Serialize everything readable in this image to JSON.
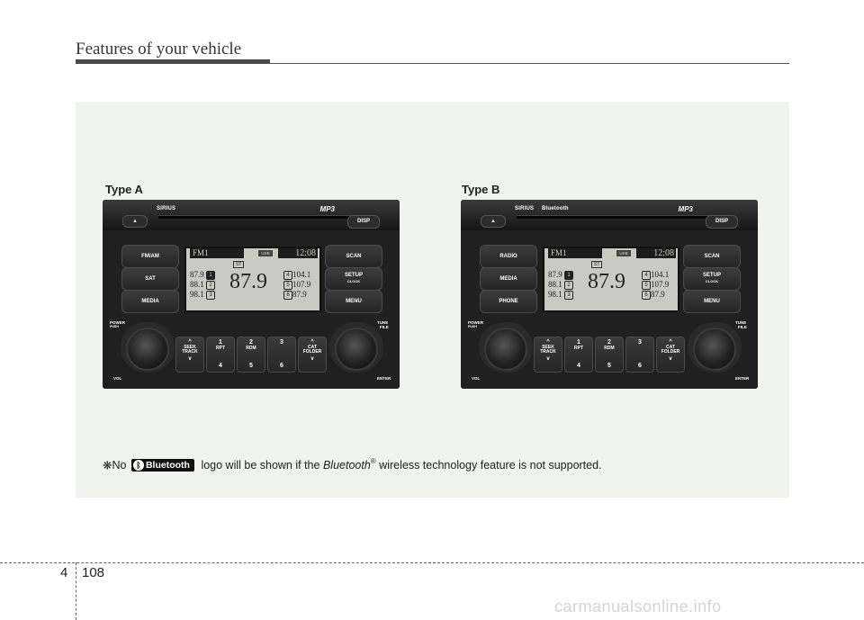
{
  "header": {
    "title": "Features of your vehicle"
  },
  "figure": {
    "type_a_label": "Type A",
    "type_b_label": "Type B",
    "units": [
      {
        "brand": "SIRIUS",
        "mp3": "MP3",
        "disp": "DISP",
        "eject": "▲",
        "left_buttons": [
          "FM/AM",
          "SAT",
          "MEDIA"
        ],
        "right_buttons": [
          {
            "main": "SCAN",
            "sub": ""
          },
          {
            "main": "SETUP",
            "sub": "CLOCK"
          },
          {
            "main": "MENU",
            "sub": ""
          }
        ],
        "screen": {
          "band": "FM1",
          "usb": "USB",
          "time": "12:08",
          "st": "ST",
          "big_freq": "87.9",
          "left_presets": [
            {
              "freq": "87.9",
              "num": "1"
            },
            {
              "freq": "88.1",
              "num": "2"
            },
            {
              "freq": "98.1",
              "num": "3"
            }
          ],
          "right_presets": [
            {
              "freq": "104.1",
              "num": "4"
            },
            {
              "freq": "107.9",
              "num": "5"
            },
            {
              "freq": "87.9",
              "num": "6"
            }
          ]
        },
        "power_label": "POWER",
        "push_label": "PUSH",
        "tune_label": "TUNE",
        "file_label": "FILE",
        "vol_label": "VOL",
        "enter_label": "ENTER",
        "preset_buttons": [
          {
            "arrow_top": "^",
            "text": "SEEK\nTRACK",
            "arrow_bottom": "v"
          },
          {
            "top": "1",
            "text": "RPT",
            "bottom": "4"
          },
          {
            "top": "2",
            "text": "RDM",
            "bottom": "5"
          },
          {
            "top": "3",
            "text": "",
            "bottom": "6"
          },
          {
            "arrow_top": "^",
            "text": "CAT\nFOLDER",
            "arrow_bottom": "v"
          }
        ]
      },
      {
        "brand": "SIRIUS",
        "bluetooth": "Bluetooth",
        "mp3": "MP3",
        "disp": "DISP",
        "eject": "▲",
        "left_buttons": [
          "RADIO",
          "MEDIA",
          "PHONE"
        ],
        "right_buttons": [
          {
            "main": "SCAN",
            "sub": ""
          },
          {
            "main": "SETUP",
            "sub": "CLOCK"
          },
          {
            "main": "MENU",
            "sub": ""
          }
        ],
        "screen": {
          "band": "FM1",
          "usb": "USB",
          "time": "12:08",
          "st": "ST",
          "big_freq": "87.9",
          "left_presets": [
            {
              "freq": "87.9",
              "num": "1"
            },
            {
              "freq": "88.1",
              "num": "2"
            },
            {
              "freq": "98.1",
              "num": "3"
            }
          ],
          "right_presets": [
            {
              "freq": "104.1",
              "num": "4"
            },
            {
              "freq": "107.9",
              "num": "5"
            },
            {
              "freq": "87.9",
              "num": "6"
            }
          ]
        },
        "power_label": "POWER",
        "push_label": "PUSH",
        "tune_label": "TUNE",
        "file_label": "FILE",
        "vol_label": "VOL",
        "enter_label": "ENTER",
        "preset_buttons": [
          {
            "arrow_top": "^",
            "text": "SEEK\nTRACK",
            "arrow_bottom": "v"
          },
          {
            "top": "1",
            "text": "RPT",
            "bottom": "4"
          },
          {
            "top": "2",
            "text": "RDM",
            "bottom": "5"
          },
          {
            "top": "3",
            "text": "",
            "bottom": "6"
          },
          {
            "arrow_top": "^",
            "text": "CAT\nFOLDER",
            "arrow_bottom": "v"
          }
        ]
      }
    ]
  },
  "note": {
    "marker": "❋",
    "before": "No",
    "logo_text": "Bluetooth",
    "middle": "logo will be shown if the",
    "italic_word": "Bluetooth",
    "reg": "®",
    "after": "wireless technology feature is not supported."
  },
  "footer": {
    "chapter": "4",
    "page": "108"
  },
  "watermark": "carmanualsonline.info"
}
